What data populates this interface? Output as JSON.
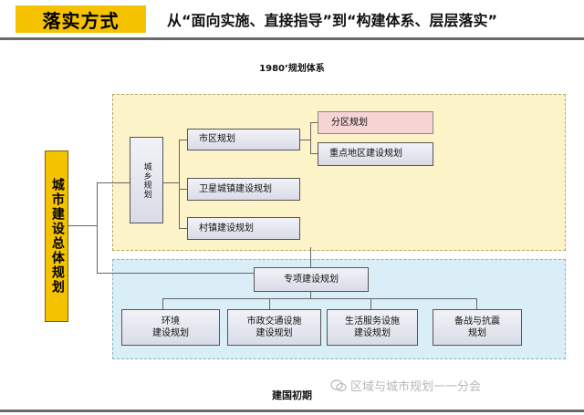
{
  "header": {
    "tag": "落实方式",
    "title": "从“面向实施、直接指导”到“构建体系、层层落实”"
  },
  "subtitle": "1980’规划体系",
  "root": "城市建设总体规划",
  "nodes": {
    "urban_rural": "城乡规划",
    "city_district": "市区规划",
    "zoning": "分区规划",
    "key_area": "重点地区建设规划",
    "satellite": "卫星城镇建设规划",
    "village": "村镇建设规划",
    "special": "专项建设规划",
    "environment": "环境\n建设规划",
    "municipal": "市政交通设施\n建设规划",
    "services": "生活服务设施\n建设规划",
    "defense": "备战与抗震\n规划"
  },
  "footer": "建国初期",
  "watermark": "区域与城市规划一一分会",
  "colors": {
    "accent": "#f5c200",
    "yellow_zone": "#fdf3c8",
    "blue_zone": "#d9eef6",
    "highlight": "#f7d3d3"
  }
}
